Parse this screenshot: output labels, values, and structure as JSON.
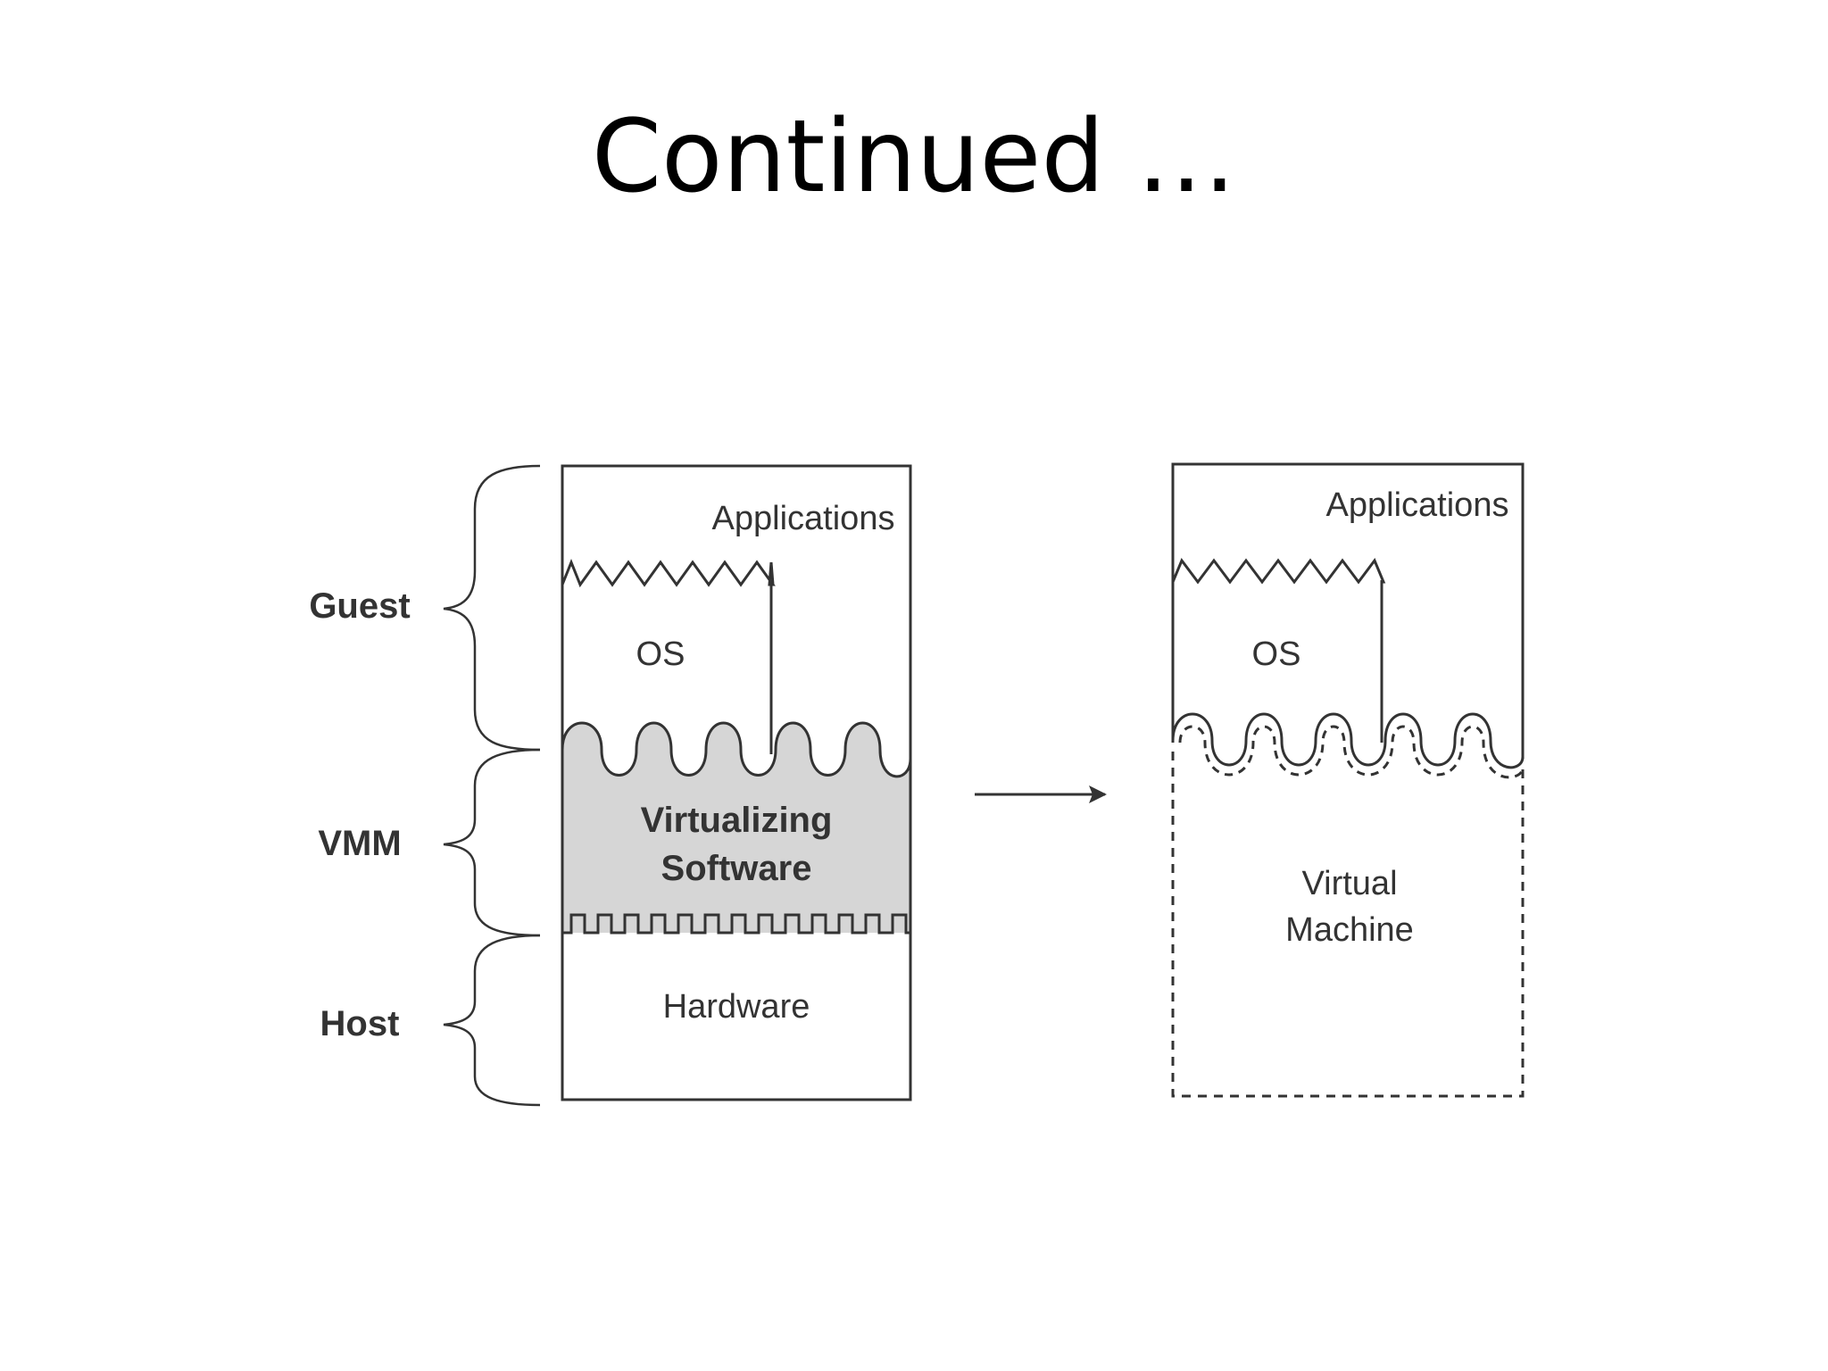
{
  "slide": {
    "title": "Continued …"
  },
  "diagram": {
    "left_figure": {
      "brace_labels": {
        "guest": "Guest",
        "vmm": "VMM",
        "host": "Host"
      },
      "layers": {
        "applications": "Applications",
        "os": "OS",
        "virtualizing_line1": "Virtualizing",
        "virtualizing_line2": "Software",
        "hardware": "Hardware"
      }
    },
    "right_figure": {
      "layers": {
        "applications": "Applications",
        "os": "OS",
        "virtual_machine_line1": "Virtual",
        "virtual_machine_line2": "Machine"
      }
    },
    "colors": {
      "line": "#333333",
      "virtualizing_fill": "#d6d6d6"
    }
  }
}
